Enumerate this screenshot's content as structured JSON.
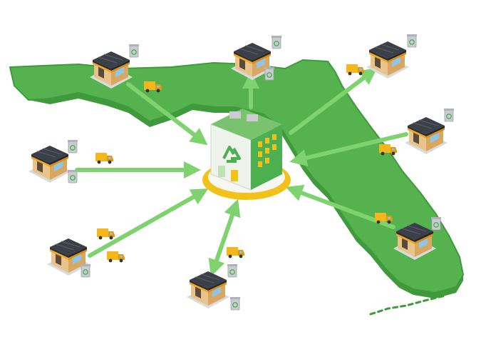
{
  "diagram": {
    "region": "florida-map",
    "hub": {
      "kind": "recycling-center",
      "icon": "recycle-icon"
    },
    "colors": {
      "land": "#56b24f",
      "land_edge": "#3f9a3c",
      "arrow": "#7fd36e",
      "hub_ring": "#f3c21a",
      "hub_body": "#4caf50",
      "roof": "#3b3f47",
      "awning": "#f0a728",
      "truck": "#f3b61d",
      "bin": "#c9cdd2"
    },
    "stores": [
      {
        "name": "store-panhandle",
        "icon": "store-icon",
        "bin_icon": "recycle-bin-icon"
      },
      {
        "name": "store-north-central",
        "icon": "store-icon",
        "bin_icon": "recycle-bin-icon"
      },
      {
        "name": "store-jacksonville",
        "icon": "store-icon",
        "bin_icon": "recycle-bin-icon"
      },
      {
        "name": "store-west",
        "icon": "store-icon",
        "bin_icon": "recycle-bin-icon"
      },
      {
        "name": "store-east-coast",
        "icon": "store-icon",
        "bin_icon": "recycle-bin-icon"
      },
      {
        "name": "store-southwest",
        "icon": "store-icon",
        "bin_icon": "recycle-bin-icon"
      },
      {
        "name": "store-south",
        "icon": "store-icon",
        "bin_icon": "recycle-bin-icon"
      },
      {
        "name": "store-southeast",
        "icon": "store-icon",
        "bin_icon": "recycle-bin-icon"
      }
    ],
    "trucks": 8
  }
}
